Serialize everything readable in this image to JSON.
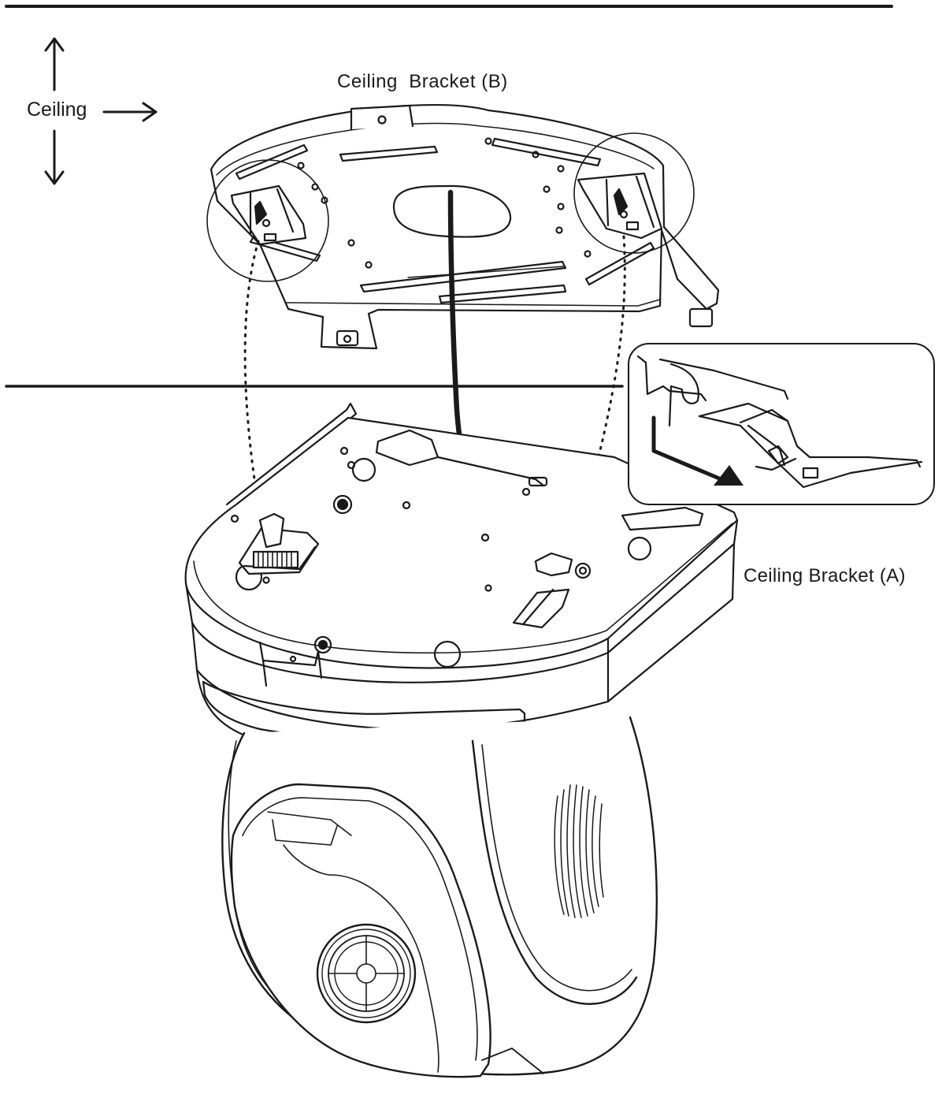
{
  "labels": {
    "ceiling": "Ceiling",
    "bracket_b": "Ceiling  Bracket (B)",
    "bracket_a": "Ceiling Bracket (A)"
  },
  "colors": {
    "line": "#1a1a1a",
    "background": "#ffffff"
  }
}
